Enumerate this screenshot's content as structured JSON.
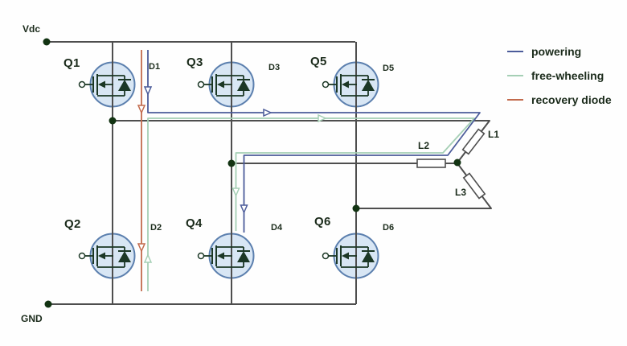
{
  "labels": {
    "vdc": "Vdc",
    "gnd": "GND"
  },
  "transistors": [
    {
      "label": "Q1"
    },
    {
      "label": "Q2"
    },
    {
      "label": "Q3"
    },
    {
      "label": "Q4"
    },
    {
      "label": "Q5"
    },
    {
      "label": "Q6"
    }
  ],
  "diodes": [
    {
      "label": "D1"
    },
    {
      "label": "D2"
    },
    {
      "label": "D3"
    },
    {
      "label": "D4"
    },
    {
      "label": "D5"
    },
    {
      "label": "D6"
    }
  ],
  "inductors": [
    {
      "label": "L1"
    },
    {
      "label": "L2"
    },
    {
      "label": "L3"
    }
  ],
  "legend": {
    "items": [
      {
        "label": "powering",
        "color": "#4c5c9a"
      },
      {
        "label": "free-wheeling",
        "color": "#a5cfb5"
      },
      {
        "label": "recovery diode",
        "color": "#c26a4c"
      }
    ]
  },
  "colors": {
    "wire": "#4e4e4e",
    "node_dot": "#123312",
    "mosfet_fill": "#d8e6f4",
    "mosfet_stroke": "#5b7fae",
    "mosfet_symbol": "#1b3725",
    "powering": "#4c5c9a",
    "free_wheeling": "#a5cfb5",
    "recovery_diode": "#c26a4c",
    "background": "#fefefe",
    "label_text": "#1b2b1b"
  }
}
